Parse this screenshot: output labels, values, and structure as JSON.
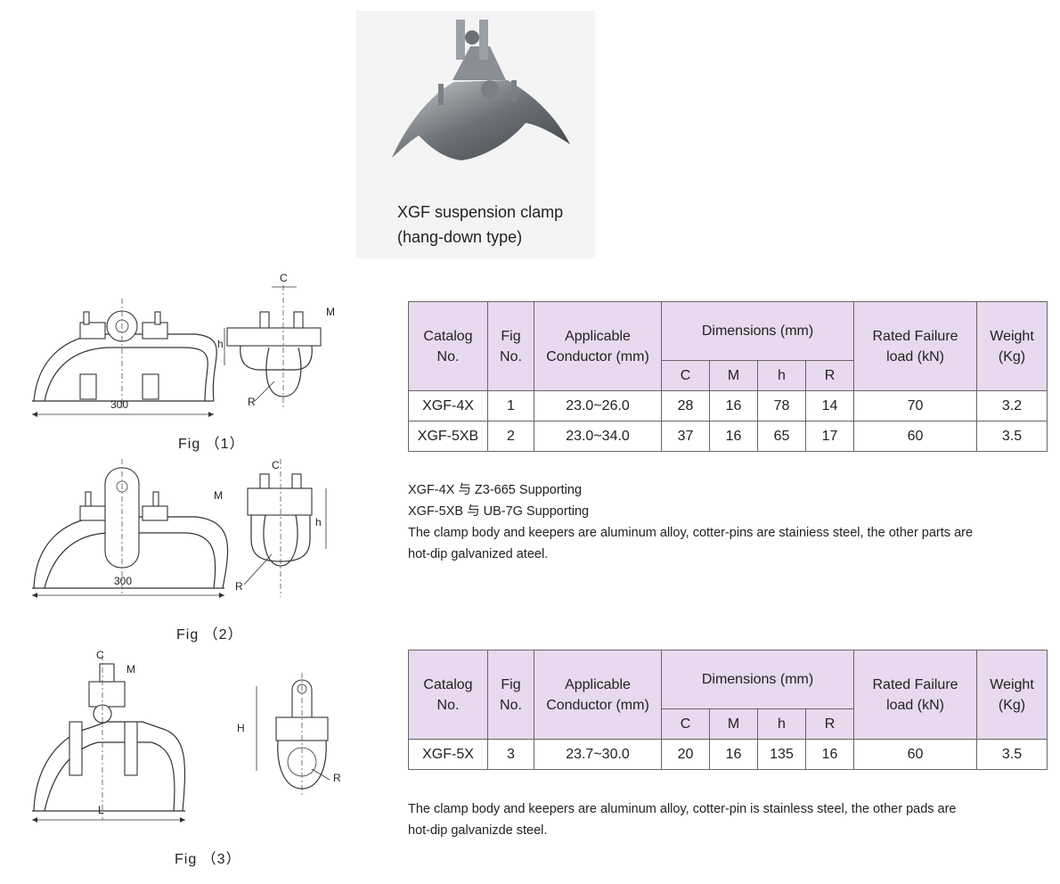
{
  "product": {
    "title_line1": "XGF suspension clamp",
    "title_line2": "(hang-down type)"
  },
  "figures": [
    {
      "label": "Fig （1）",
      "dim_span": "300",
      "dims": [
        "C",
        "M",
        "h",
        "R"
      ]
    },
    {
      "label": "Fig （2）",
      "dim_span": "300",
      "dims": [
        "C",
        "M",
        "h",
        "R"
      ]
    },
    {
      "label": "Fig （3）",
      "dim_span": "L",
      "dims": [
        "C",
        "M",
        "H",
        "R"
      ]
    }
  ],
  "table_headers": {
    "catalog": [
      "Catalog",
      "No."
    ],
    "fig": [
      "Fig",
      "No."
    ],
    "conductor": [
      "Applicable",
      "Conductor (mm)"
    ],
    "dimensions": "Dimensions (mm)",
    "dim_cols": [
      "C",
      "M",
      "h",
      "R"
    ],
    "failure": [
      "Rated Failure",
      "load (kN)"
    ],
    "weight": [
      "Weight",
      "(Kg)"
    ]
  },
  "table1": [
    {
      "catalog": "XGF-4X",
      "fig": "1",
      "conductor": "23.0~26.0",
      "C": "28",
      "M": "16",
      "h": "78",
      "R": "14",
      "load": "70",
      "weight": "3.2"
    },
    {
      "catalog": "XGF-5XB",
      "fig": "2",
      "conductor": "23.0~34.0",
      "C": "37",
      "M": "16",
      "h": "65",
      "R": "17",
      "load": "60",
      "weight": "3.5"
    }
  ],
  "notes1": [
    "XGF-4X 与 Z3-665 Supporting",
    "XGF-5XB 与 UB-7G Supporting",
    "The clamp body and keepers are aluminum alloy, cotter-pins are stainiess steel, the other parts are",
    "hot-dip galvanized ateel."
  ],
  "table2": [
    {
      "catalog": "XGF-5X",
      "fig": "3",
      "conductor": "23.7~30.0",
      "C": "20",
      "M": "16",
      "h": "135",
      "R": "16",
      "load": "60",
      "weight": "3.5"
    }
  ],
  "notes2": [
    "The clamp body and keepers are aluminum alloy, cotter-pin is stainless steel, the other pads are",
    "hot-dip galvanizde steel."
  ]
}
